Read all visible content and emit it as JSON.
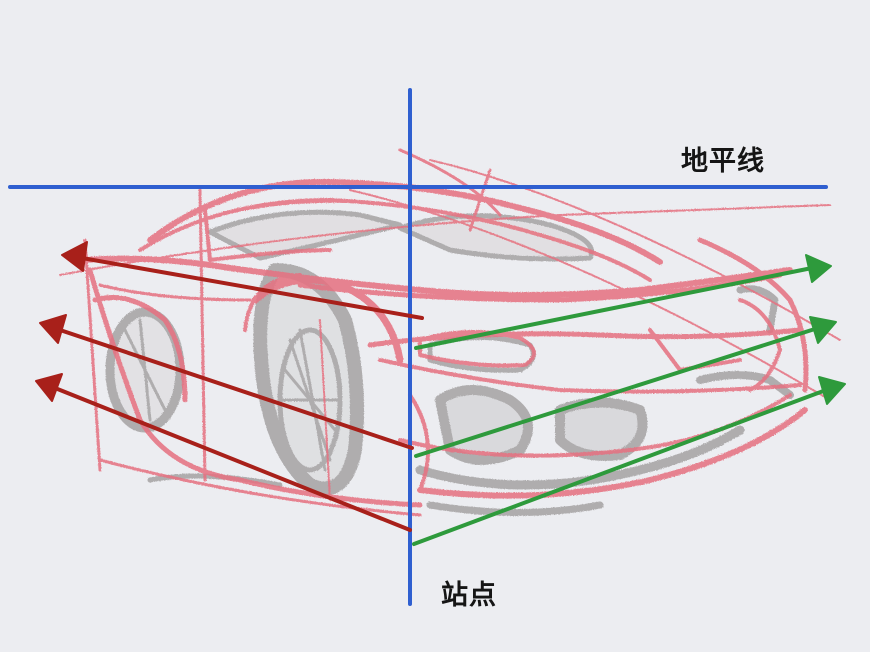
{
  "labels": {
    "horizon_line": "地平线",
    "station_point": "站点"
  },
  "colors": {
    "paper": "#ecedf1",
    "car_sketch_red": "#e6707f",
    "car_shading_gray": "#9b9898",
    "guide_blue": "#2f5fd0",
    "left_arrows": "#a8201a",
    "right_arrows": "#2e9a3c",
    "text": "#151515"
  },
  "icons": {
    "car_sketch": "sports-car-sketch",
    "left_arrowheads": "arrow-head-left",
    "right_arrowheads": "arrow-head-right"
  }
}
